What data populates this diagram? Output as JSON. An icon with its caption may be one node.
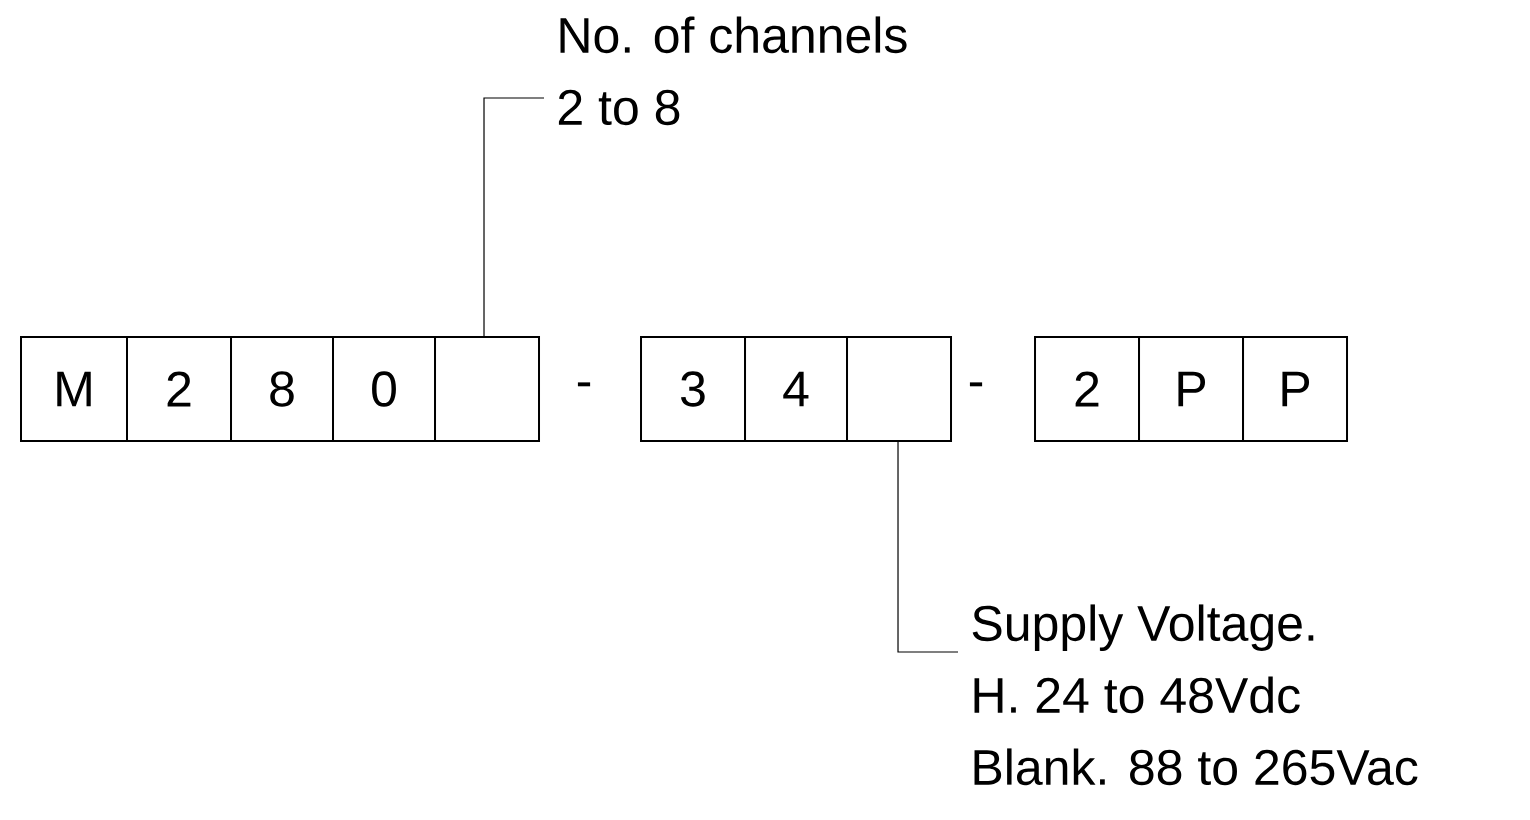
{
  "diagram": {
    "nodes": [
      {
        "text": [
          "M"
        ]
      },
      {
        "text": [
          "2"
        ]
      },
      {
        "text": [
          "8"
        ]
      },
      {
        "text": [
          "0"
        ]
      },
      {
        "text": [],
        "shape": "box"
      },
      {
        "text": [
          "3"
        ]
      },
      {
        "text": [
          "4"
        ]
      },
      {
        "text": [],
        "shape": "box"
      },
      {
        "text": [
          "2"
        ]
      },
      {
        "text": [
          "P"
        ]
      },
      {
        "text": [
          "P"
        ]
      },
      {
        "text": [
          "No. of channels",
          "2 to 8"
        ]
      },
      {
        "text": [
          "Supply Voltage.",
          "H. 24 to 48Vdc",
          "Blank. 88 to 265Vac"
        ]
      }
    ],
    "edges": [
      {
        "from": 11,
        "to": 4,
        "arrow": "none"
      },
      {
        "from": 12,
        "to": 7,
        "arrow": "none"
      }
    ],
    "labels": [
      "-",
      "-"
    ]
  }
}
